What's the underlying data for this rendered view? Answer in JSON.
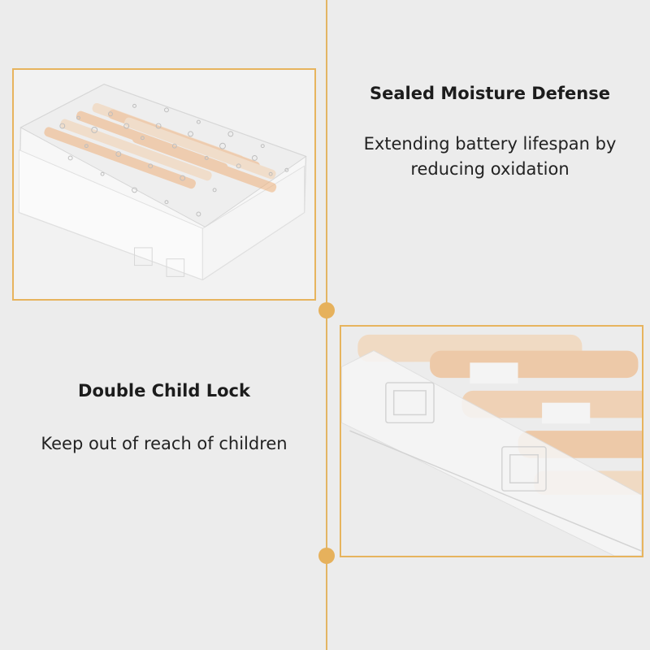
{
  "colors": {
    "background": "#ececec",
    "accent": "#e6b15c",
    "battery": "#efb27c"
  },
  "feature_1": {
    "title": "Sealed Moisture Defense",
    "description": "Extending battery lifespan by reducing oxidation"
  },
  "feature_2": {
    "title": "Double Child Lock",
    "description": "Keep out of reach of children"
  }
}
